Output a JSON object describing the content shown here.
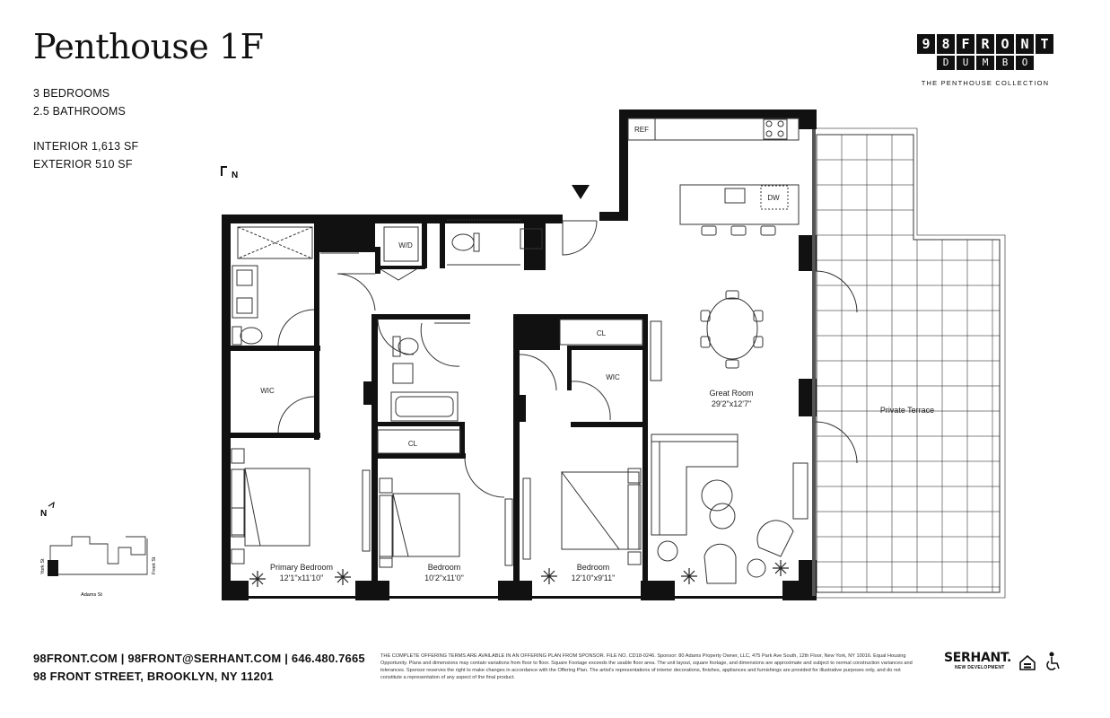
{
  "header": {
    "title": "Penthouse 1F",
    "bedrooms": "3 BEDROOMS",
    "bathrooms": "2.5 BATHROOMS",
    "interior": "INTERIOR 1,613 SF",
    "exterior": "EXTERIOR 510 SF"
  },
  "logo": {
    "row1": [
      "9",
      "8",
      "F",
      "R",
      "O",
      "N",
      "T"
    ],
    "row2": [
      "D",
      "U",
      "M",
      "B",
      "O"
    ],
    "subtitle": "THE PENTHOUSE COLLECTION"
  },
  "plan": {
    "north": "N",
    "rooms": {
      "great_room": "Great Room",
      "great_room_dim": "29'2\"x12'7\"",
      "private_terrace": "Private Terrace",
      "primary_bedroom": "Primary Bedroom",
      "primary_bedroom_dim": "12'1\"x11'10\"",
      "bedroom_2": "Bedroom",
      "bedroom_2_dim": "10'2\"x11'0\"",
      "bedroom_3": "Bedroom",
      "bedroom_3_dim": "12'10\"x9'11\"",
      "wic_1": "WIC",
      "wic_2": "WIC",
      "cl_1": "CL",
      "cl_2": "CL",
      "wd": "W/D",
      "ref": "REF",
      "dw": "DW"
    }
  },
  "keymap": {
    "north": "N",
    "york_st": "York St",
    "front_st": "Front St",
    "adams_st": "Adams St"
  },
  "footer": {
    "contact": "98FRONT.COM | 98FRONT@SERHANT.COM | 646.480.7665",
    "address": "98 FRONT STREET, BROOKLYN, NY 11201",
    "disclaimer": "THE COMPLETE OFFERING TERMS ARE AVAILABLE IN AN OFFERING PLAN FROM SPONSOR. FILE NO. CD18-0246. Sponsor: 80 Adams Property Owner, LLC, 475 Park Ave South, 12th Floor, New York, NY 10016. Equal Housing Opportunity. Plans and dimensions may contain variations from floor to floor. Square Footage exceeds the usable floor area. The unit layout, square footage, and dimensions are approximate and subject to normal construction variances and tolerances. Sponsor reserves the right to make changes in accordance with the Offering Plan. The artist's representations of interior decorations, finishes, appliances and furnishings are provided for illustrative purposes only, and do not constitute a representation of any aspect of the final product.",
    "brand": "SERHANT.",
    "brand_sub": "NEW DEVELOPMENT"
  },
  "icons": [
    "equal-housing-icon",
    "accessibility-icon",
    "north-arrow-icon",
    "entry-arrow-icon",
    "snowflake-plant-icon"
  ]
}
